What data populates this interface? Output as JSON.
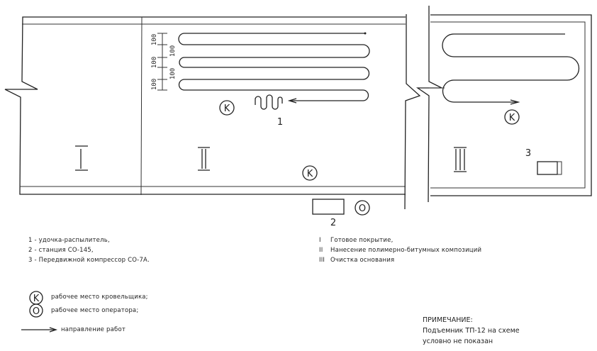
{
  "dimensions": {
    "left": [
      "100",
      "100",
      "100"
    ],
    "right": [
      "100",
      "100"
    ]
  },
  "zones": {
    "one": "I",
    "two": "II",
    "three": "III"
  },
  "markers": {
    "roofer": "K",
    "operator": "O"
  },
  "item_numbers": {
    "one": "1",
    "two": "2",
    "three": "3"
  },
  "legend_items": [
    "1 - удочка-распылитель,",
    "2 - станция СО-145,",
    "3 - Передвижной компрессор СО-7А."
  ],
  "zone_legend": [
    {
      "numeral": "I",
      "text": "Готовое покрытие,"
    },
    {
      "numeral": "II",
      "text": "Нанесение полимерно-битумных композиций"
    },
    {
      "numeral": "III",
      "text": "Очистка основания"
    }
  ],
  "symbol_legend": {
    "roofer": "рабочее место кровельщика;",
    "operator": "рабочее место оператора;",
    "direction": "направление работ"
  },
  "note": {
    "title": "ПРИМЕЧАНИЕ:",
    "line1": "Подъемник ТП-12 на схеме",
    "line2": "условно не показан"
  }
}
